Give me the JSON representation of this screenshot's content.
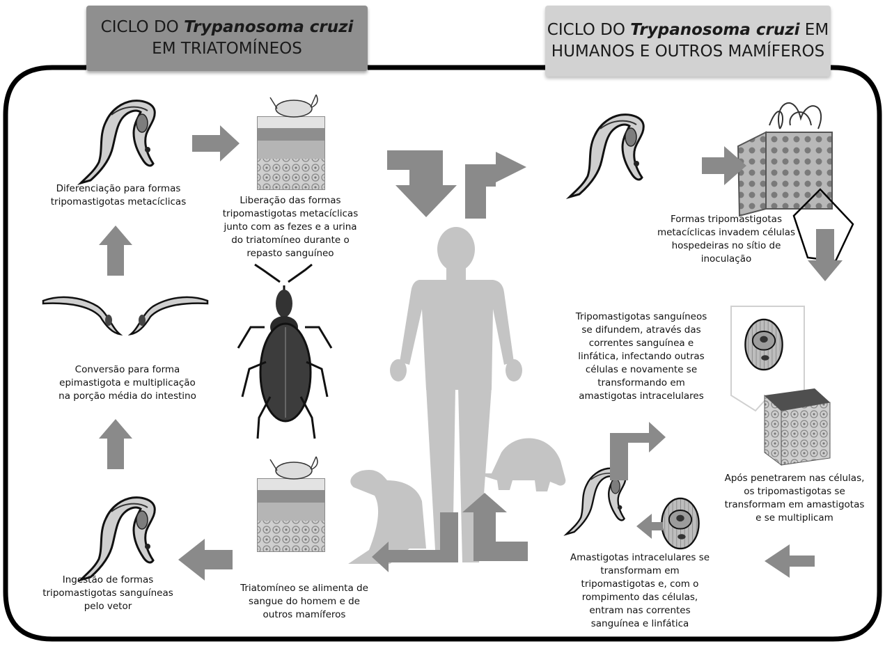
{
  "headers": {
    "left": {
      "prefix": "CICLO DO ",
      "species": "Trypanosoma cruzi",
      "suffix": "",
      "line2": "EM TRIATOMÍNEOS"
    },
    "right": {
      "prefix": "CICLO DO ",
      "species": "Trypanosoma cruzi",
      "suffix": " EM",
      "line2": "HUMANOS E OUTROS MAMÍFEROS"
    }
  },
  "triatomine_cycle": {
    "step_differentiation": [
      "Diferenciação para formas",
      "tripomastigotas metacíclicas"
    ],
    "step_release": [
      "Liberação das formas",
      "tripomastigotas metacíclicas",
      "junto com as fezes e a urina",
      "do triatomíneo durante o",
      "repasto sanguíneo"
    ],
    "step_conversion": [
      "Conversão para forma",
      "epimastigota e multiplicação",
      "na porção média do intestino"
    ],
    "step_ingestion": [
      "Ingestão de formas",
      "tripomastigotas sanguíneas",
      "pelo vetor"
    ],
    "step_feeding": [
      "Triatomíneo se alimenta de",
      "sangue do homem e de",
      "outros mamíferos"
    ]
  },
  "mammal_cycle": {
    "step_invasion": [
      "Formas tripomastigotas",
      "metacíclicas invadem células",
      "hospedeiras no sítio de",
      "inoculação"
    ],
    "step_spread": [
      "Tripomastigotas sanguíneos",
      "se difundem, através das",
      "correntes sanguínea e",
      "linfática, infectando outras",
      "células e novamente se",
      "transformando em",
      "amastigotas intracelulares"
    ],
    "step_multiply": [
      "Após penetrarem nas células,",
      "os tripomastigotas se",
      "transformam em amastigotas",
      "e se multiplicam"
    ],
    "step_rupture": [
      "Amastigotas intracelulares se",
      "transformam em",
      "tripomastigotas e, com o",
      "rompimento das células,",
      "entram nas correntes",
      "sanguínea e linfática"
    ]
  },
  "colors": {
    "left_header": "#8f8f8f",
    "right_header": "#d2d2d2",
    "arrow": "#8a8a8a",
    "silhouette": "#c4c4c4",
    "frame": "#000000"
  },
  "icons": [
    "trypomastigote-icon",
    "skin-block-icon",
    "kissing-bug-icon",
    "human-silhouette-icon",
    "dog-silhouette-icon",
    "armadillo-silhouette-icon",
    "infected-cell-icon",
    "tissue-cube-icon",
    "amastigote-cell-icon"
  ]
}
